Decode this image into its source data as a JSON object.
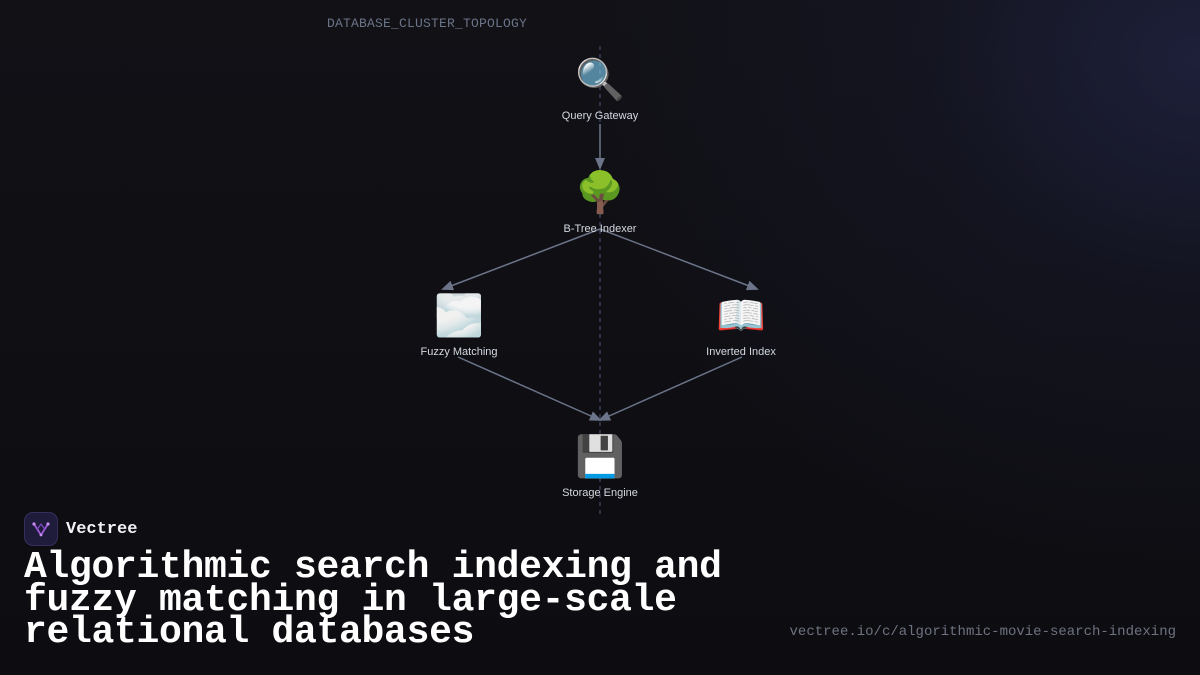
{
  "diagram": {
    "label": "DATABASE_CLUSTER_TOPOLOGY",
    "nodes": [
      {
        "id": "gateway",
        "icon": "🔍",
        "icon_name": "magnifying-glass-icon",
        "label": "Query Gateway"
      },
      {
        "id": "btree",
        "icon": "🌳",
        "icon_name": "tree-icon",
        "label": "B-Tree Indexer"
      },
      {
        "id": "fuzzy",
        "icon": "🌫️",
        "icon_name": "fog-icon",
        "label": "Fuzzy Matching"
      },
      {
        "id": "inverted",
        "icon": "📖",
        "icon_name": "open-book-icon",
        "label": "Inverted Index"
      },
      {
        "id": "storage",
        "icon": "💾",
        "icon_name": "floppy-disk-icon",
        "label": "Storage Engine"
      }
    ],
    "edges": [
      {
        "from": "gateway",
        "to": "btree"
      },
      {
        "from": "btree",
        "to": "fuzzy"
      },
      {
        "from": "btree",
        "to": "inverted"
      },
      {
        "from": "fuzzy",
        "to": "storage"
      },
      {
        "from": "inverted",
        "to": "storage"
      }
    ],
    "colors": {
      "edge": "#6b7488",
      "guide": "#3f4a66"
    }
  },
  "brand": {
    "name": "Vectree",
    "logo_icon": "vectree-logo-icon",
    "accent": "#a05ad8"
  },
  "headline": "Algorithmic search indexing and fuzzy matching in large-scale relational databases",
  "url": "vectree.io/c/algorithmic-movie-search-indexing"
}
